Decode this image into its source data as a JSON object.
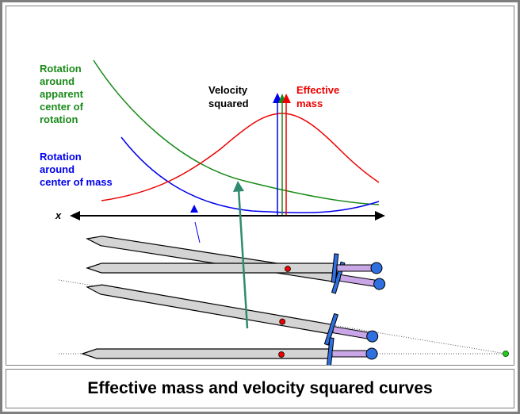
{
  "caption": "Effective mass and velocity squared curves",
  "labels": {
    "rotation_apparent": [
      "Rotation",
      "around",
      "apparent",
      "center of",
      "rotation"
    ],
    "rotation_mass": [
      "Rotation",
      "around",
      "center of mass"
    ],
    "velocity_squared": [
      "Velocity",
      "squared"
    ],
    "effective_mass": [
      "Effective",
      "mass"
    ],
    "x_axis": "x"
  },
  "colors": {
    "apparent_curve": "#1a8a1a",
    "mass_curve": "#0000ee",
    "effective_mass_curve": "#ee0000",
    "pointer_arrow": "#2e8b6f",
    "blade": "#d4d4d4",
    "hilt": "#c9a6e6",
    "pommel": "#2f6fe0"
  }
}
